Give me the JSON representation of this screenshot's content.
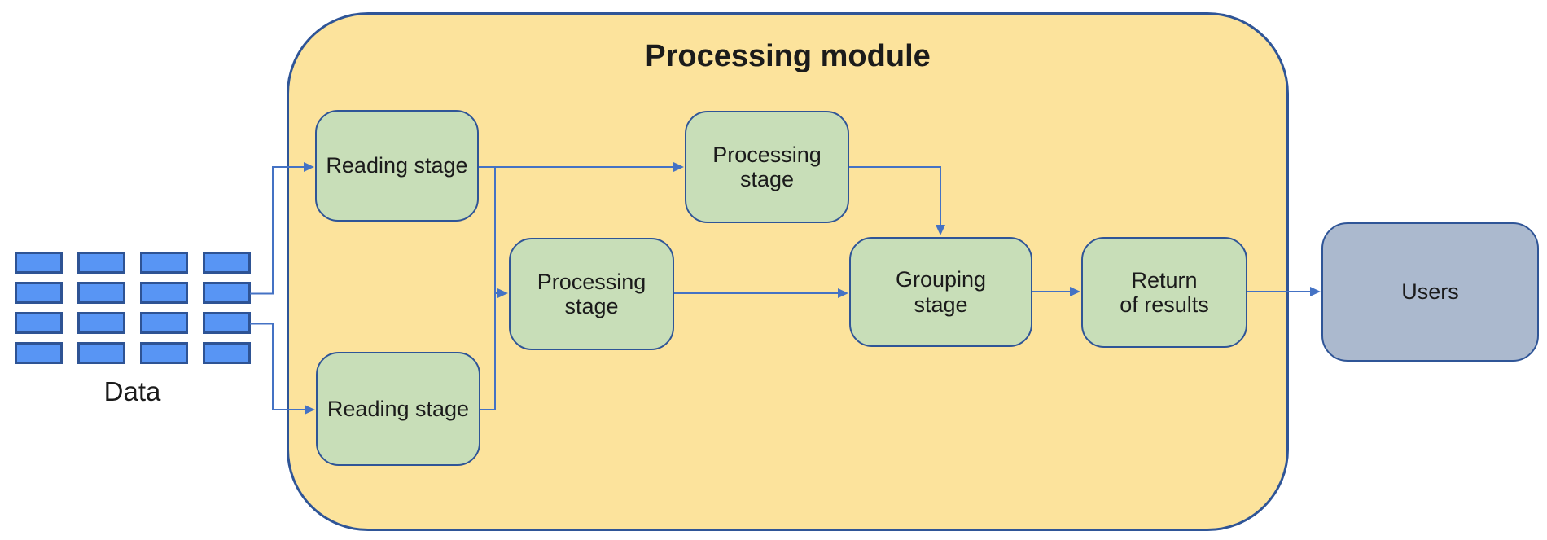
{
  "diagram": {
    "module_title": "Processing module",
    "data_source_label": "Data",
    "data_grid": {
      "rows": 4,
      "cols": 4
    },
    "nodes": {
      "reading_top": {
        "label": "Reading stage"
      },
      "reading_bottom": {
        "label": "Reading stage"
      },
      "processing_top": {
        "label": "Processing\nstage"
      },
      "processing_middle": {
        "label": "Processing\nstage"
      },
      "grouping": {
        "label": "Grouping\nstage"
      },
      "return_results": {
        "label": "Return\nof results"
      },
      "users": {
        "label": "Users"
      }
    }
  },
  "colors": {
    "canvas-bg": "#FFFFFF",
    "module-fill": "#FCE39C",
    "module-border": "#2F5597",
    "node-fill": "#C8DEB8",
    "node-border": "#2F5597",
    "users-fill": "#ABB9CE",
    "data-fill": "#5895F4",
    "data-border": "#2E5394",
    "connector": "#4472C4",
    "text": "#1B1B1B"
  }
}
